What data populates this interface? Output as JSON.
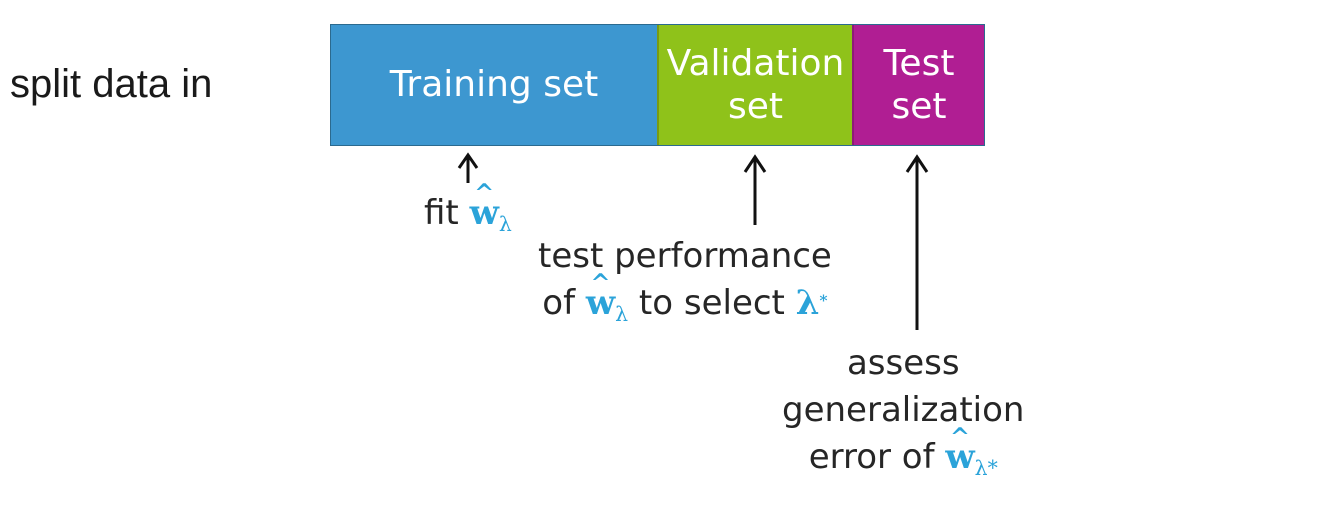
{
  "lead_label": "split data in",
  "segments": [
    {
      "id": "training",
      "lines": [
        "Training set"
      ],
      "color": "#3d97d0"
    },
    {
      "id": "validation",
      "lines": [
        "Validation",
        "set"
      ],
      "color": "#8fc21a"
    },
    {
      "id": "test",
      "lines": [
        "Test",
        "set"
      ],
      "color": "#b01e93"
    }
  ],
  "annotations": {
    "fit": {
      "text": "fit",
      "w": "w",
      "sub": "λ"
    },
    "validation": {
      "line1": "test performance",
      "line2_pre": "of",
      "w": "w",
      "sub": "λ",
      "line2_mid": "to select",
      "lambda": "λ",
      "star": "*"
    },
    "test": {
      "line1": "assess",
      "line2": "generalization",
      "line3_pre": "error of",
      "w": "w",
      "sub": "λ*"
    }
  },
  "colors": {
    "math_accent": "#2ba3d9",
    "arrow": "#111111"
  }
}
